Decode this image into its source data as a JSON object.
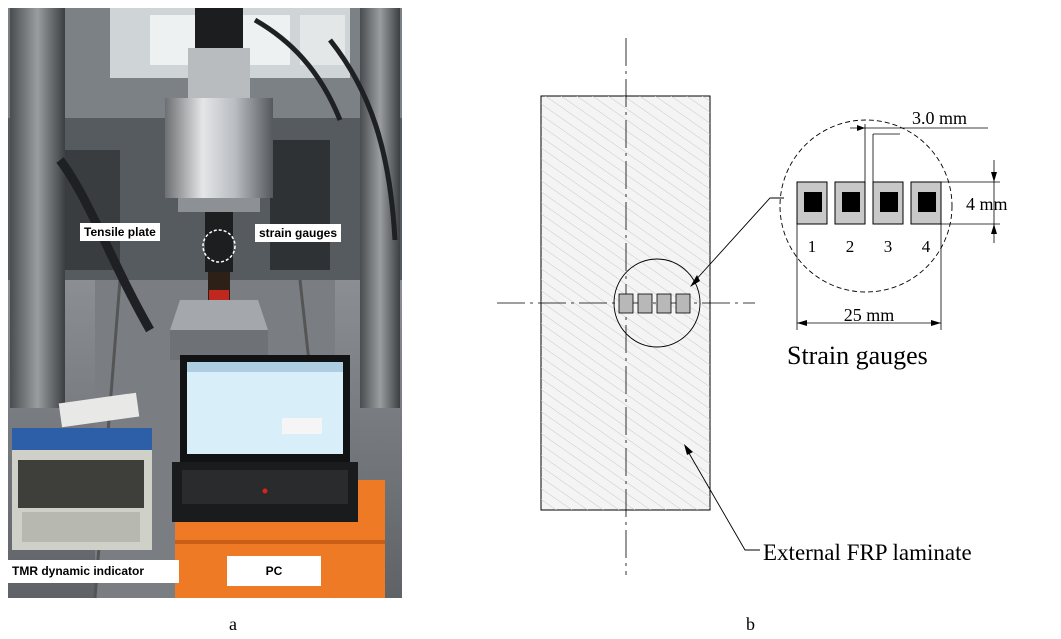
{
  "photo": {
    "labels": {
      "tensile_plate": "Tensile plate",
      "strain_gauges": "strain gauges",
      "tmr_indicator": "TMR dynamic indicator",
      "pc": "PC"
    },
    "caption": "a"
  },
  "drawing": {
    "gauge_numbers": [
      "1",
      "2",
      "3",
      "4"
    ],
    "dim_spacing": "3.0 mm",
    "dim_height": "4 mm",
    "dim_total": "25 mm",
    "detail_title": "Strain gauges",
    "laminate_label": "External FRP laminate",
    "caption": "b"
  },
  "colors": {
    "gauge_fill": "#c8c8c8",
    "gauge_core": "#000000",
    "laminate_fill": "#f2f2f2",
    "case_orange": "#ef7a25"
  }
}
